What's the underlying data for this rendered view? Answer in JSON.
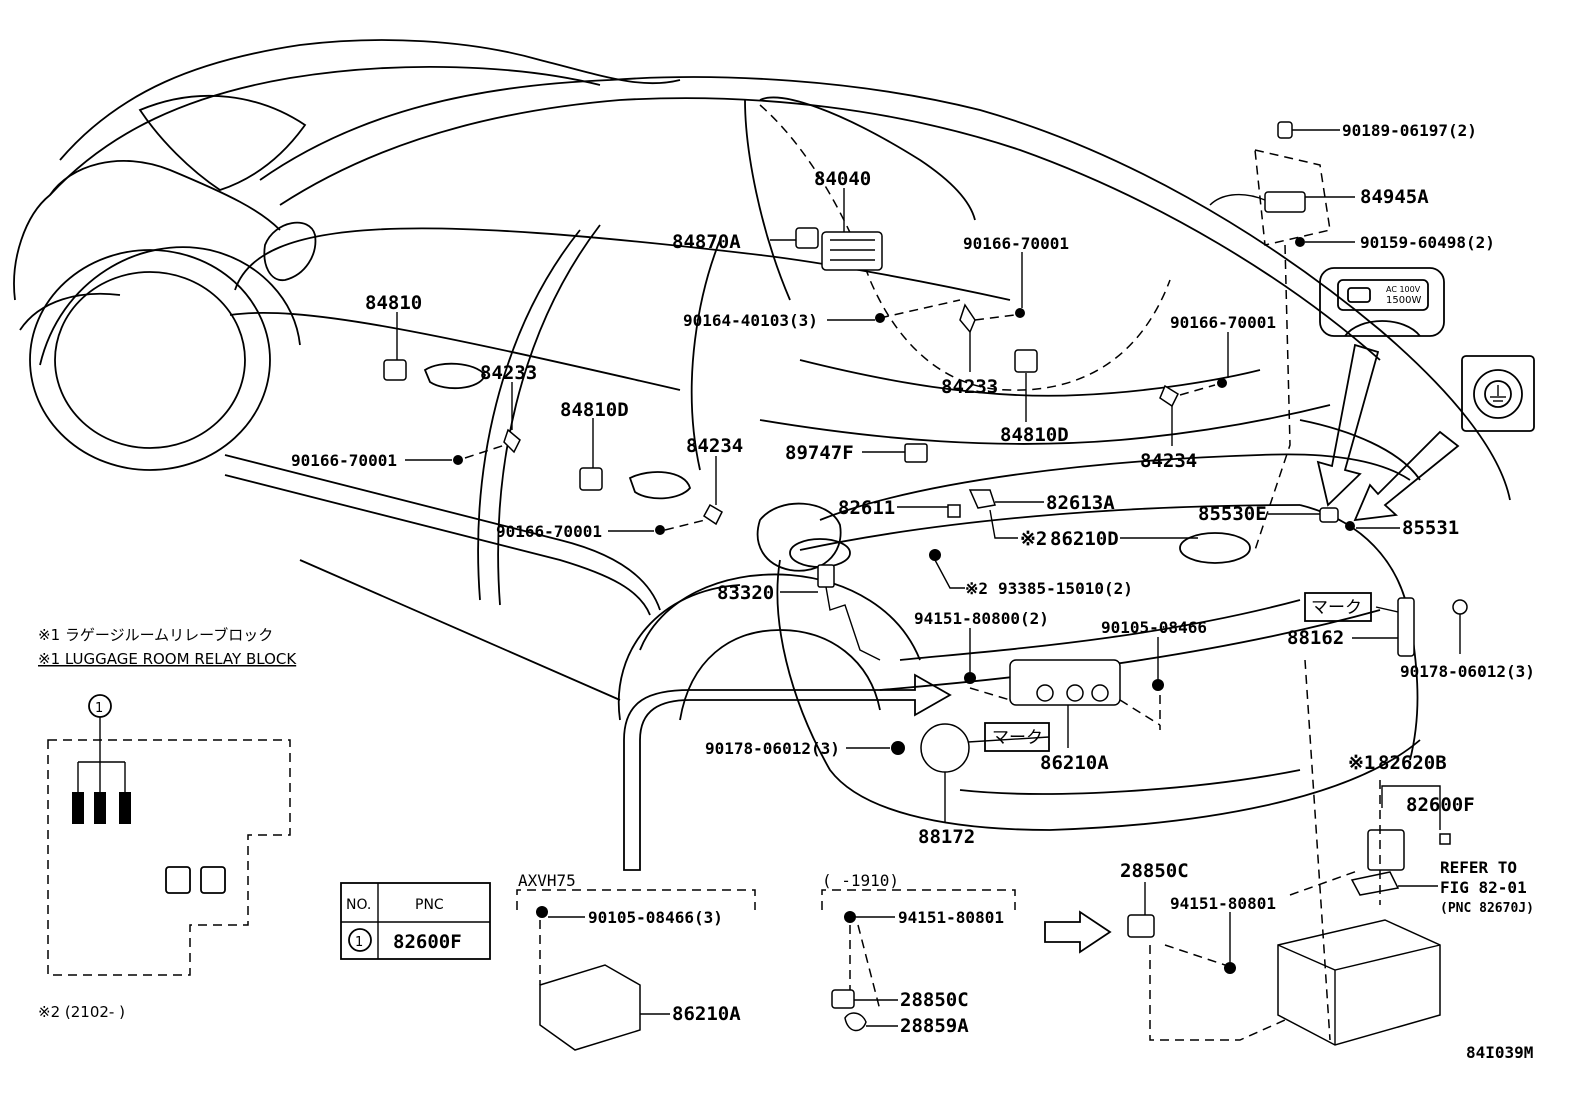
{
  "callouts": {
    "p84040": "84040",
    "p84870A": "84870A",
    "p90164_40103": "90164-40103(3)",
    "p90166_70001_a": "90166-70001",
    "p90166_70001_b": "90166-70001",
    "p90166_70001_c": "90166-70001",
    "p90166_70001_d": "90166-70001",
    "p84810": "84810",
    "p84233_a": "84233",
    "p84233_b": "84233",
    "p84810D_a": "84810D",
    "p84810D_b": "84810D",
    "p84234_a": "84234",
    "p84234_b": "84234",
    "p89747F": "89747F",
    "p82611": "82611",
    "p82613A": "82613A",
    "p86210D": "86210D",
    "p93385_15010": "93385-15010(2)",
    "p83320": "83320",
    "p94151_80800": "94151-80800(2)",
    "p90105_08466": "90105-08466",
    "p90178_06012_a": "90178-06012(3)",
    "p86210A_a": "86210A",
    "p88172": "88172",
    "p90189_06197": "90189-06197(2)",
    "p84945A": "84945A",
    "p90159_60498": "90159-60498(2)",
    "p85530E": "85530E",
    "p85531": "85531",
    "p88162": "88162",
    "p90178_06012_b": "90178-06012(3)",
    "p82620B": "82620B",
    "p82600F": "82600F",
    "refer1": "REFER TO",
    "refer2": "FIG 82-01",
    "refer3": "(PNC 82670J)",
    "p28850C_a": "28850C",
    "p94151_80801_a": "94151-80801",
    "p90105_08466_3": "90105-08466(3)",
    "p86210A_b": "86210A",
    "p94151_80801_b": "94151-80801",
    "p28850C_b": "28850C",
    "p28859A": "28859A",
    "mark_a": "マーク",
    "mark_b": "マーク",
    "mark1_sym": "※1",
    "mark2_sym_a": "※2",
    "mark2_sym_b": "※2"
  },
  "labels": {
    "axvh75": "AXVH75",
    "date_range": "(      -1910)",
    "note1_jp": "※1 ラゲージルームリレーブロック",
    "note1_en": "※1 LUGGAGE ROOM RELAY BLOCK",
    "note2": "※2 (2102-          )",
    "circle_no": "1",
    "ac_text1": "AC 100V",
    "ac_text2": "1500W",
    "figure_id": "84I039M"
  },
  "pnc_table": {
    "header_no": "NO.",
    "header_pnc": "PNC",
    "row_no": "1",
    "row_pnc": "82600F"
  }
}
